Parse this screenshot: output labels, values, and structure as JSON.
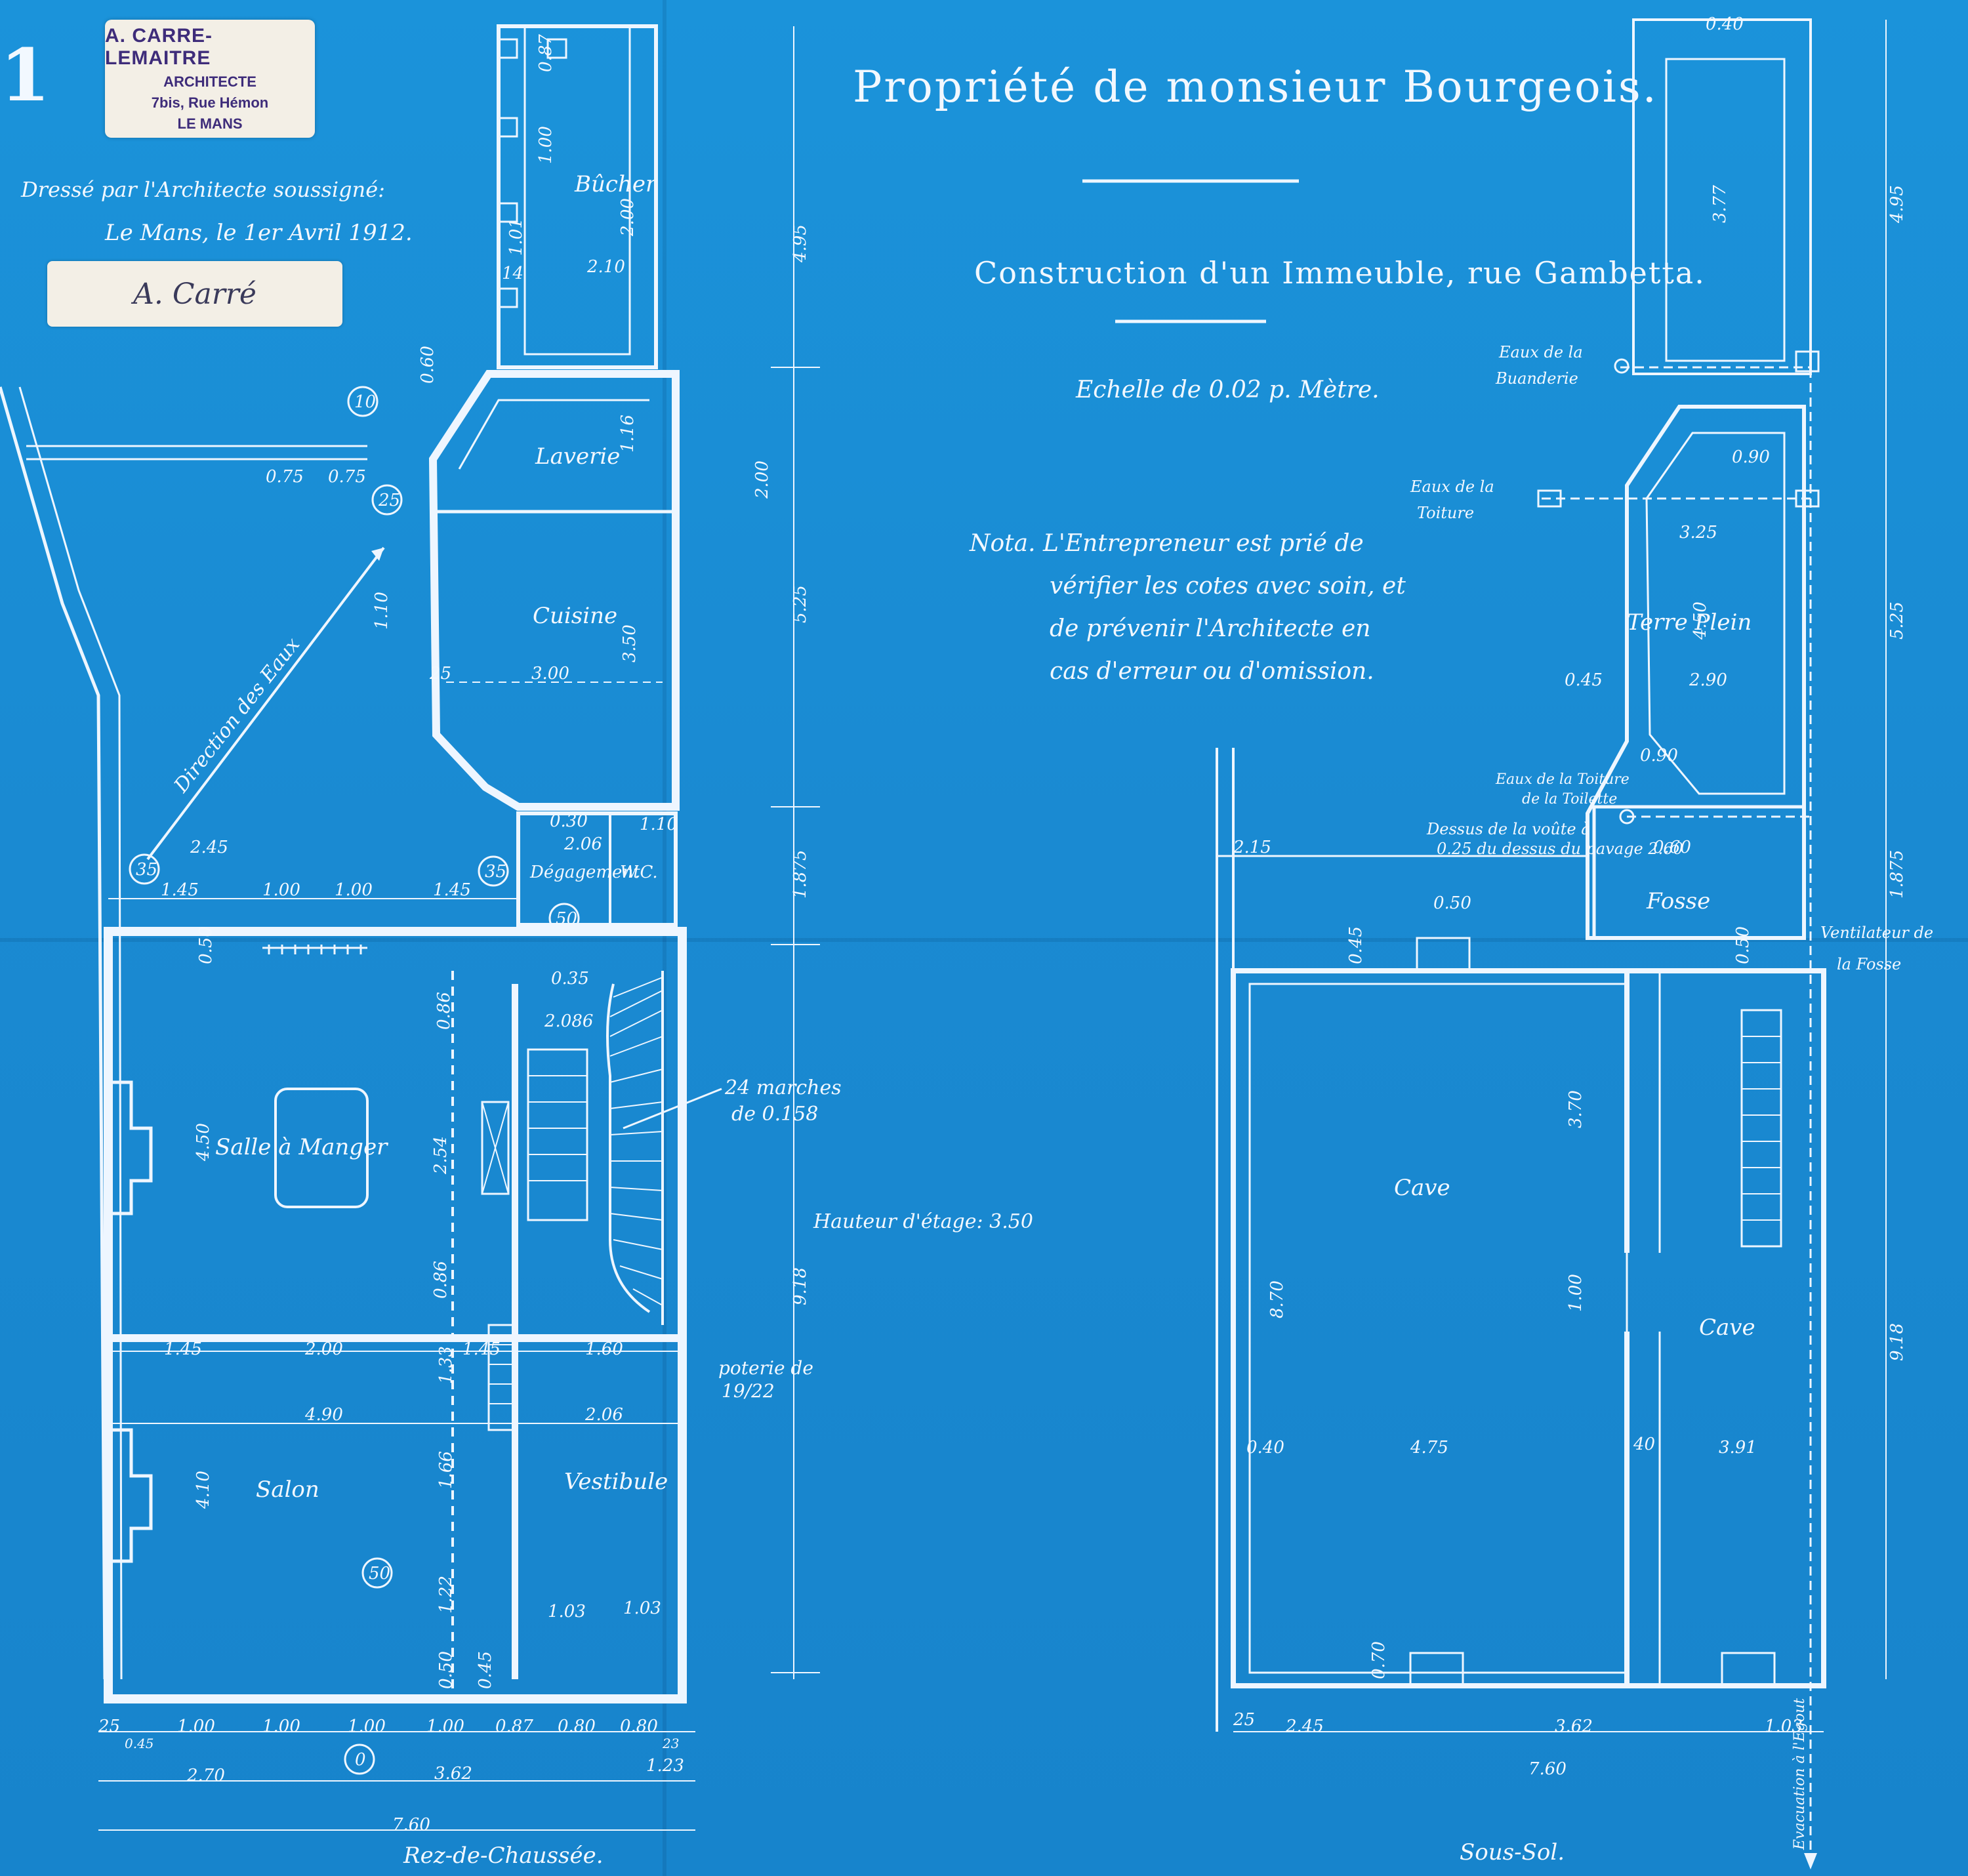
{
  "sheet_number": "1",
  "stamp": {
    "line1": "A. CARRE-LEMAITRE",
    "line2": "ARCHITECTE",
    "line3": "7bis, Rue Hémon",
    "line4": "LE MANS"
  },
  "signature": "A. Carré",
  "drawn_by": "Dressé par l'Architecte soussigné:",
  "place_date": "Le Mans, le 1er Avril 1912.",
  "title": "Propriété de monsieur Bourgeois.",
  "subtitle": "Construction d'un Immeuble, rue Gambetta.",
  "scale": "Echelle de 0.02 p. Mètre.",
  "nota": [
    "Nota. L'Entrepreneur est prié de",
    "vérifier les cotes avec soin, et",
    "de prévenir l'Architecte en",
    "cas d'erreur ou d'omission."
  ],
  "ground_floor": {
    "label": "Rez-de-Chaussée.",
    "rooms": {
      "bucher": "Bûcher",
      "laverie": "Laverie",
      "cuisine": "Cuisine",
      "degagement": "Dégagement",
      "wc": "W.C.",
      "salle_a_manger": "Salle à Manger",
      "salon": "Salon",
      "vestibule": "Vestibule"
    },
    "notes": {
      "direction_eaux": "Direction des Eaux",
      "marches_1": "24 marches",
      "marches_2": "de 0.158",
      "hauteur": "Hauteur d'étage: 3.50",
      "poterie_1": "poterie de",
      "poterie_2": "19/22"
    },
    "circles": [
      "10",
      "25",
      "35",
      "35",
      "50",
      "50",
      "0"
    ],
    "dims": {
      "d087": "0.87",
      "d100": "1.00",
      "d101": "1.01",
      "d200": "2.00",
      "d210": "2.10",
      "d14": "14",
      "d060": "0.60",
      "d075a": "0.75",
      "d075b": "0.75",
      "d116": "1.16",
      "d200b": "2.00",
      "d110": "1.10",
      "d350": "3.50",
      "d300": "3.00",
      "d25": "25",
      "d495": "4.95",
      "d525": "5.25",
      "d245": "2.45",
      "d030": "0.30",
      "d206": "2.06",
      "d110b": "1.10",
      "d145a": "1.45",
      "d100a": "1.00",
      "d100b": "1.00",
      "d145b": "1.45",
      "d1875": "1.875",
      "d050": "0.50",
      "d035": "0.35",
      "d086": "0.86",
      "d2086": "2.086",
      "d450": "4.50",
      "d254": "2.54",
      "d086b": "0.86",
      "d918": "9.18",
      "d145c": "1.45",
      "d200c": "2.00",
      "d145d": "1.45",
      "d160": "1.60",
      "d133": "1.33",
      "d490": "4.90",
      "d206b": "2.06",
      "d410": "4.10",
      "d166": "1.66",
      "d122": "1.22",
      "d103a": "1.03",
      "d103b": "1.03",
      "d050b": "0.50",
      "d045": "0.45",
      "d25b": "25",
      "d045b": "0.45",
      "d100c": "1.00",
      "d100d": "1.00",
      "d100e": "1.00",
      "d100f": "1.00",
      "d087b": "0.87",
      "d080a": "0.80",
      "d080b": "0.80",
      "d23": "23",
      "d270": "2.70",
      "d362": "3.62",
      "d123": "1.23",
      "d760": "7.60"
    }
  },
  "basement": {
    "label": "Sous-Sol.",
    "rooms": {
      "terre_plein": "Terre Plein",
      "fosse": "Fosse",
      "cave1": "Cave",
      "cave2": "Cave"
    },
    "notes": {
      "eaux_buanderie_1": "Eaux de la",
      "eaux_buanderie_2": "Buanderie",
      "eaux_toiture_1": "Eaux de la",
      "eaux_toiture_2": "Toiture",
      "eaux_toiture_toilette_1": "Eaux de la Toiture",
      "eaux_toiture_toilette_2": "de la Toilette",
      "vaute_1": "Dessus de la voûte à",
      "vaute_2": "0.25 du dessus du pavage 2.60",
      "ventilateur_1": "Ventilateur de",
      "ventilateur_2": "la Fosse",
      "evacuation": "Evacuation à l'Egout"
    },
    "dims": {
      "d040": "0.40",
      "d377": "3.77",
      "d495": "4.95",
      "d090": "0.90",
      "d325": "3.25",
      "d450": "4.50",
      "d525": "5.25",
      "d045": "0.45",
      "d290": "2.90",
      "d090b": "0.90",
      "d215": "2.15",
      "d060": "0.60",
      "d050": "0.50",
      "d1875": "1.875",
      "d045b": "0.45",
      "d050b": "0.50",
      "d370": "3.70",
      "d870": "8.70",
      "d100": "1.00",
      "d918": "9.18",
      "d040b": "0.40",
      "d475": "4.75",
      "d4": "40",
      "d391": "3.91",
      "d070": "0.70",
      "d25": "25",
      "d245": "2.45",
      "d362": "3.62",
      "d103": "1.03",
      "d760": "7.60"
    }
  }
}
